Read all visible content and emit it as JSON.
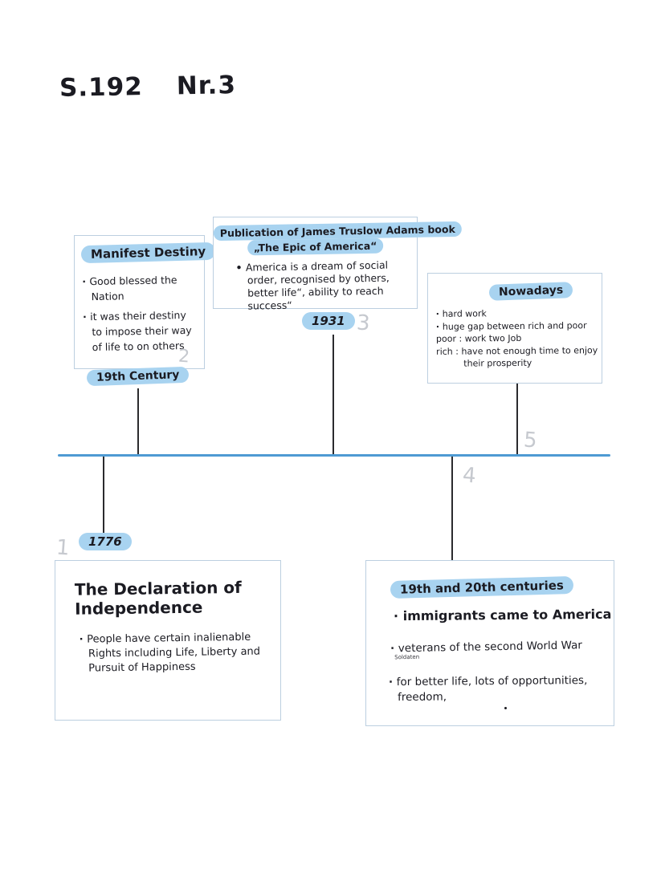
{
  "page": {
    "heading_left": "S.192",
    "heading_right": "Nr.3",
    "colors": {
      "highlight": "#a8d3f0",
      "timeline_blue": "#4e9ad3",
      "box_border": "#bccfe0",
      "ink": "#1b1b22",
      "pencil_gray": "#c6c9cf"
    }
  },
  "boxes": {
    "manifest_destiny": {
      "title": "Manifest Destiny",
      "bullet1": "Good blessed the Nation",
      "bullet2": "it was their destiny to impose their way of life to on others",
      "pencil_number": "2"
    },
    "adams_book": {
      "title_line1": "Publication of James Truslow Adams book",
      "title_line2": "„The Epic of America“",
      "bullet": "America is a dream of social order, recognised by others, better life“, ability to reach success“"
    },
    "nowadays": {
      "title": "Nowadays",
      "bullet1": "hard work",
      "bullet2": "huge gap between rich and poor",
      "note1": "poor : work two Job",
      "note2": "rich : have not enough time to enjoy their prosperity"
    },
    "declaration": {
      "title": "The Declaration of Independence",
      "bullet": "People have certain inalienable Rights including Life, Liberty and Pursuit of Happiness"
    },
    "centuries": {
      "title": "19th and 20th centuries",
      "bullet1": "immigrants came to America",
      "bullet2": "veterans of the second World War",
      "bullet2_annotation": "Soldaten",
      "bullet3": "for better life, lots of opportunities, freedom,"
    }
  },
  "timeline": {
    "label_19th_century": "19th Century",
    "label_1931": "1931",
    "label_1776": "1776",
    "pencil_1": "1",
    "pencil_3": "3",
    "pencil_4": "4",
    "pencil_5": "5"
  }
}
